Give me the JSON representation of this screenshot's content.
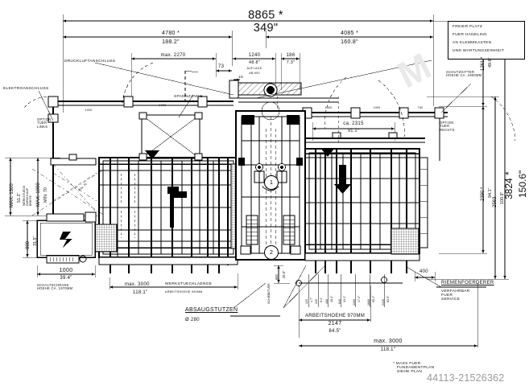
{
  "drawing": {
    "title_dimension_main": "8865 *",
    "title_dimension_main_inch": "349\"",
    "watermark_id": "44113-21526362"
  },
  "top_dimensions": {
    "overall": {
      "metric": "8865 *",
      "inch": "349\""
    },
    "left_span": {
      "metric": "4780 *",
      "inch": "188.2\""
    },
    "right_span": {
      "metric": "4085 *",
      "inch": "160.8\""
    },
    "max_travel": {
      "metric": "max. 2270"
    },
    "support": {
      "metric": "1240",
      "inch": "48.8\"",
      "note1": "AUFLAGE",
      "note2": "AB:990"
    },
    "small_left": "73",
    "small_15": "15",
    "small_right": {
      "metric": "186",
      "inch": "7.3\""
    }
  },
  "right_dimensions": {
    "overall": {
      "metric": "3824 *",
      "inch": "150.6\""
    },
    "upper": {
      "metric": "1261 *",
      "inch": "49.6\""
    },
    "mid": {
      "metric": "2390 *",
      "inch": "94.1\""
    },
    "inner": {
      "metric": "2563",
      "inch": "100.9\""
    }
  },
  "left_dimensions": {
    "width_max": {
      "metric": "MAX. 1300",
      "inch": "51.2\"",
      "note": "WERKSTUECK\nDURCHLAUF\nBREITE"
    },
    "height_max": {
      "metric": "MAX. 1000",
      "min": "MIN. 70"
    },
    "cabinet_height": {
      "metric": "800",
      "inch": "31.5\""
    },
    "cabinet_width": {
      "metric": "1000",
      "inch": "39.4\""
    }
  },
  "annotations": {
    "elektroanschluss": "ELEKTROANSCHLUSS",
    "druckluftanschluss": "DRUCKLUFTANSCHLUSS",
    "spannzange": "SPANNZANGE",
    "option_tuer_links": "OPTION\nTUER\nLINKS",
    "option_tuer_rechts": "OPTION\nTUER\nRECHTS",
    "schutzgitter": "SCHUTZGITTER\nHOEHE CA. 1800MM",
    "schaltschrank": "SCHALTSCHRANK\nHOEHE CA. 1970MM",
    "absaugstutzen_label": "ABSAUGSTUTZEN",
    "absaugstutzen_value": "Ø 280",
    "riemenfoerderer_label": "RIEMENFOERDERER",
    "riemenfoerderer_note": "VERFAHRBAR\nFUER\nSERVICE",
    "schiebetuer": "SCHIEBETUER",
    "footnote": "* MASS FUER\n   FUNDAMENTPLAN\n   SIEHE PLAN",
    "ca_2315": {
      "metric": "ca. 2315",
      "inch": "91.1\""
    },
    "bemass_400": "400"
  },
  "callout_box": {
    "line1": "FREIER PLATZ",
    "line2": "FUER HANDLING",
    "line3": "AN KLEMMKASTEN",
    "line4": "UND WARTUNGSEINHEIT"
  },
  "bottom_dimensions": {
    "workpiece_left": {
      "metric": "max. 3000",
      "label": "WERKSTUECKLAENGE"
    },
    "workpiece_left_inch": {
      "inch": "118.1\"",
      "label": "ARBEITSHOEHE 990MM"
    },
    "work_height_label": "ARBEITSHOEHE 970MM",
    "center": {
      "metric": "2147",
      "inch": "84.5\""
    },
    "total": {
      "metric": "max. 3000",
      "inch": "118.1\""
    },
    "small_660": {
      "metric": "660",
      "inch": "26.0\""
    },
    "chain": [
      {
        "metric": "120",
        "inch": "4.7\""
      },
      {
        "metric": "240",
        "inch": "9.4\""
      },
      {
        "metric": "460",
        "inch": "18.1\""
      },
      {
        "metric": "840",
        "inch": "33.1\""
      },
      {
        "metric": "1200",
        "inch": "47.2\""
      },
      {
        "metric": "1660",
        "inch": "65.4\""
      },
      {
        "metric": "2120",
        "inch": "83.5\""
      }
    ]
  },
  "rail_dimensions": {
    "left": [
      "1000",
      "1000"
    ],
    "right": [
      "1500",
      "1000",
      "750"
    ]
  },
  "balloons": [
    {
      "id": "1"
    },
    {
      "id": "2"
    }
  ],
  "angle_labels": {
    "a1": "max. 70",
    "a2": "max. 75"
  }
}
